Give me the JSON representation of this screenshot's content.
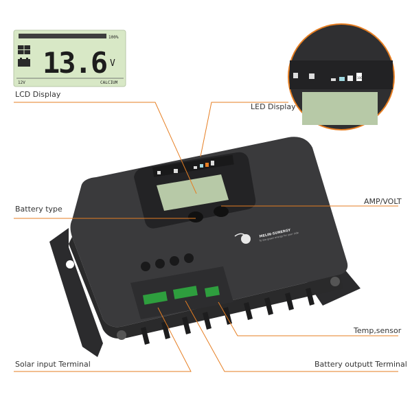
{
  "lcd_inset": {
    "reading": "13.6",
    "unit": "V",
    "percent": "100%",
    "voltage": "12V",
    "battery_type": "CALCIUM",
    "level_fraction": 1.0
  },
  "labels": {
    "lcd_display": "LCD Display",
    "led_display": "LED Display",
    "battery_type": "Battery type",
    "amp_volt": "AMP/VOLT",
    "temp_sensor": "Temp,sensor",
    "solar_input": "Solar input Terminal",
    "battery_output": "Battery outputt Terminal"
  },
  "device": {
    "brand": "MELIN-SUNERGY",
    "slogan": "To the green energy for your side",
    "zoom_badge": "100%"
  },
  "colors": {
    "callout_line": "#e67e22",
    "body": "#3a3a3c",
    "lcd_green": "#c9e0b4",
    "terminal_green": "#2e9e3e"
  }
}
